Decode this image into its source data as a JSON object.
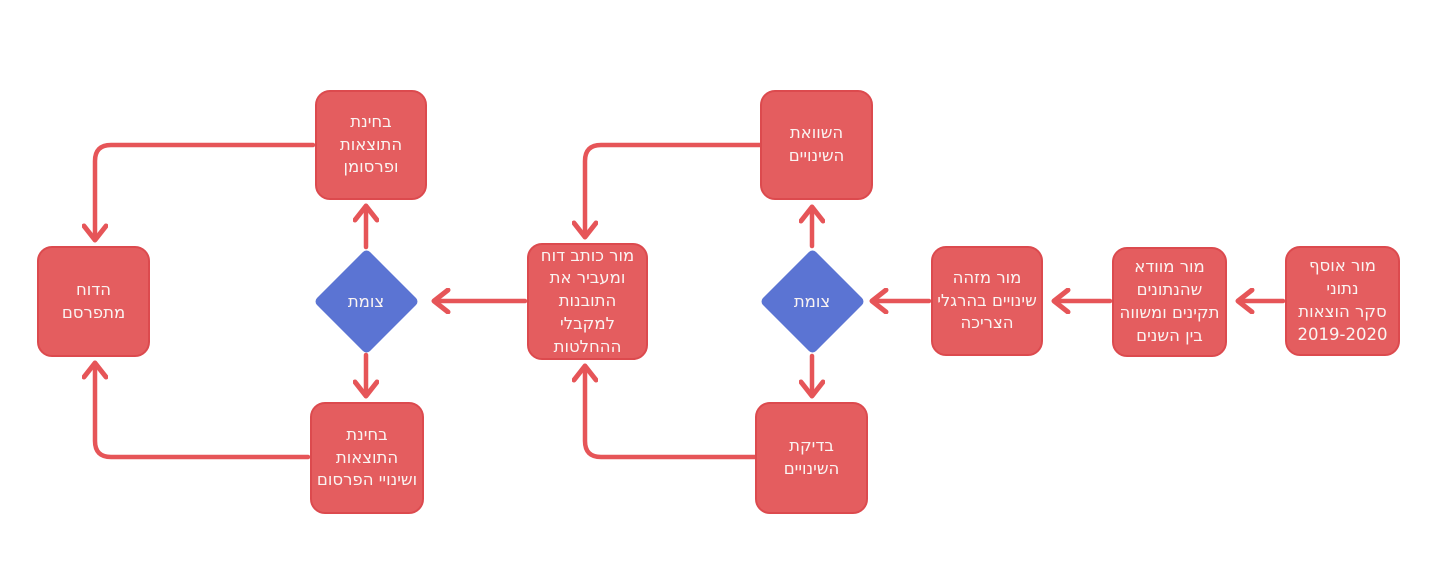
{
  "diagram": {
    "type": "flowchart",
    "direction": "rtl",
    "colors": {
      "process_fill": "#e45d5f",
      "process_border": "#dc4a4e",
      "junction_fill": "#5b74d3",
      "arrow": "#e65558",
      "text": "#faf4f2",
      "background": "#ffffff"
    },
    "nodes": {
      "collect": {
        "type": "process",
        "label": "מור אוסף נתוני\nסקר הוצאות\n2019-2020"
      },
      "verify": {
        "type": "process",
        "label": "מור מוודא\nשהנתונים\nתקינים ומשווה\nבין השנים"
      },
      "identify": {
        "type": "process",
        "label": "מור מזהה\nשינויים בהרגלי\nהצריכה"
      },
      "junction1": {
        "type": "junction",
        "label": "צומת"
      },
      "compare": {
        "type": "process",
        "label": "השוואת\nהשינויים"
      },
      "check": {
        "type": "process",
        "label": "בדיקת\nהשינויים"
      },
      "report": {
        "type": "process",
        "label": "מור כותב דוח\nומעביר את\nהתובנות\nלמקבלי\nההחלטות"
      },
      "junction2": {
        "type": "junction",
        "label": "צומת"
      },
      "examine_publish": {
        "type": "process",
        "label": "בחינת\nהתוצאות\nופרסומן"
      },
      "examine_revise": {
        "type": "process",
        "label": "בחינת\nהתוצאות\nושינויי הפרסום"
      },
      "published": {
        "type": "process",
        "label": "הדוח מתפרסם"
      }
    },
    "edges": [
      {
        "from": "collect",
        "to": "verify"
      },
      {
        "from": "verify",
        "to": "identify"
      },
      {
        "from": "identify",
        "to": "junction1"
      },
      {
        "from": "junction1",
        "to": "compare"
      },
      {
        "from": "junction1",
        "to": "check"
      },
      {
        "from": "compare",
        "to": "report"
      },
      {
        "from": "check",
        "to": "report"
      },
      {
        "from": "report",
        "to": "junction2"
      },
      {
        "from": "junction2",
        "to": "examine_publish"
      },
      {
        "from": "junction2",
        "to": "examine_revise"
      },
      {
        "from": "examine_publish",
        "to": "published"
      },
      {
        "from": "examine_revise",
        "to": "published"
      }
    ]
  }
}
